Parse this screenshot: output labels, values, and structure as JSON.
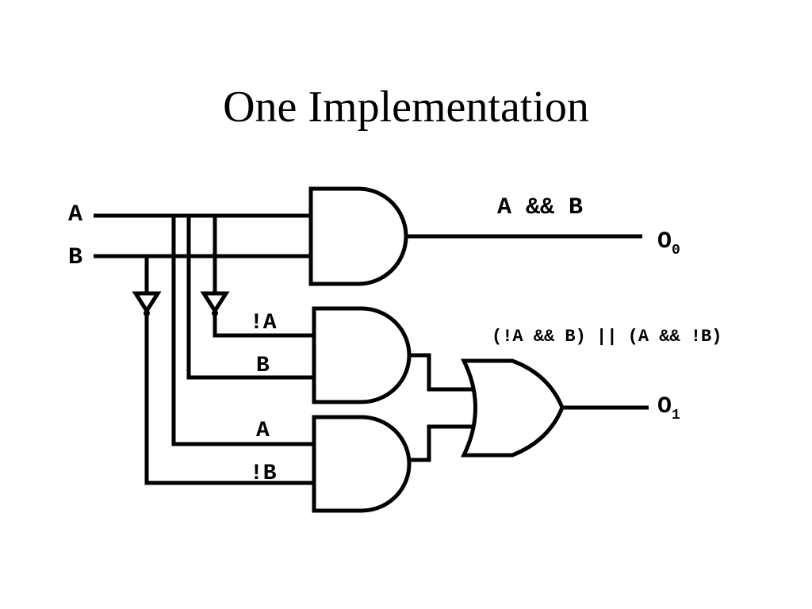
{
  "title": "One Implementation",
  "inputs": {
    "a": "A",
    "b": "B"
  },
  "gate_labels": {
    "not_a": "!A",
    "b": "B",
    "a": "A",
    "not_b": "!B"
  },
  "expressions": {
    "o0": "A && B",
    "o1": "(!A && B) || (A && !B)"
  },
  "outputs": {
    "o0": {
      "name": "O",
      "subscript": "0"
    },
    "o1": {
      "name": "O",
      "subscript": "1"
    }
  }
}
